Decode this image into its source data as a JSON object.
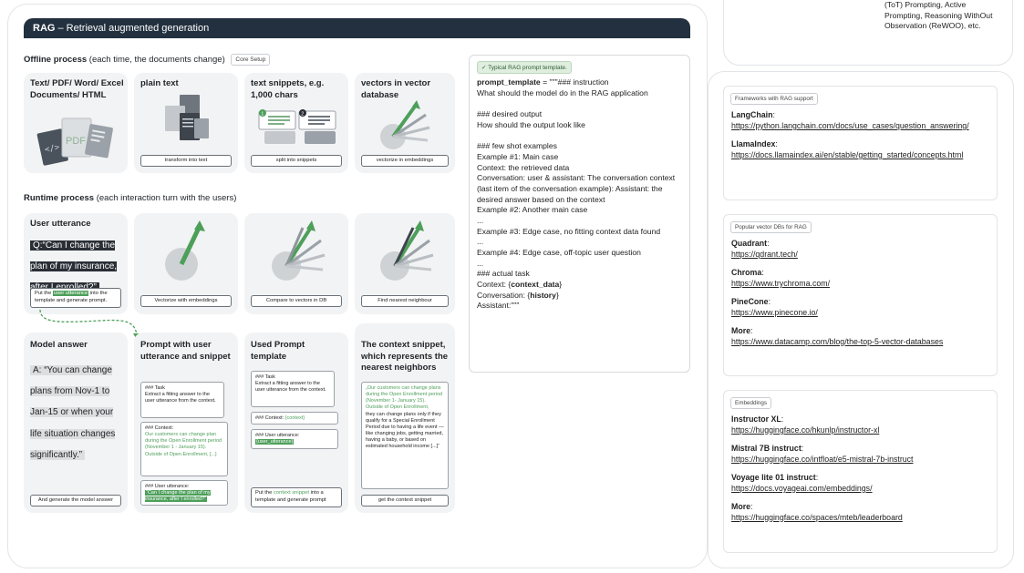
{
  "header": {
    "title_bold": "RAG",
    "title_rest": " – Retrieval augmented generation"
  },
  "top_right": {
    "text_lines": [
      "(ToT) Prompting, Active",
      "Prompting, Reasoning WithOut",
      "Observation (ReWOO), etc."
    ]
  },
  "offline": {
    "heading_bold": "Offline process",
    "heading_rest": " (each time, the documents change)",
    "chip": "Core Setup",
    "cards": [
      {
        "title": "Text/ PDF/ Word/ Excel Documents/ HTML",
        "pill": ""
      },
      {
        "title": "plain text",
        "pill": "transform into text"
      },
      {
        "title": "text snippets, e.g. 1,000 chars",
        "pill": "split into snippets"
      },
      {
        "title": "vectors in vector database",
        "pill": "vectorize in embeddings"
      }
    ],
    "pdf_label": "PDF",
    "snippet_badges": [
      "1",
      "2"
    ]
  },
  "runtime": {
    "heading_bold": "Runtime process",
    "heading_rest": " (each interaction turn with the users)",
    "user_utterance": {
      "title": "User utterance",
      "question": "Q:“Can I change the plan of my insurance, after I enrolled?”",
      "pill_pre": "Put the ",
      "pill_hl": "user utterance",
      "pill_post": " into the template and generate prompt."
    },
    "pills": [
      "Vectorize with embeddings",
      "Compare to vectors in DB",
      "Find nearest neighbour"
    ],
    "model_answer": {
      "title": "Model answer",
      "answer": "A: “You can change plans from Nov-1 to Jan-15 or when your life situation changes significantly.”",
      "pill": "And generate the model answer"
    },
    "prompt_snippet": {
      "title": "Prompt with user utterance and snippet",
      "task_head": "### Task",
      "task_text": "Extract a fitting answer to the user utterance from the context.",
      "context_head": "### Context:",
      "context_text": "Our customers can change plan during the Open Enrollment period (November 1 - January 15). Outside of Open Enrollment, [...]",
      "user_head": "### User utterance:",
      "user_text": "“Can I change the plan of my insurance, after I enrolled?”"
    },
    "used_template": {
      "title": "Used Prompt template",
      "task_head": "### Task",
      "task_text": "Extract a fitting answer to the user utterance from the context.",
      "context_label": "### Context: ",
      "context_var": "{context}",
      "user_head": "### User utterance:",
      "user_var": "{user_utterance}",
      "pill_pre": "Put the ",
      "pill_hl": "context snippet",
      "pill_post": " into a template and generate prompt"
    },
    "context_snippet": {
      "title": "The context snippet, which represents the nearest neighbors",
      "green_text": "„Our customers can change plans during the Open Enrollment period (November 1- January 15). Outside of Open Enrollment,",
      "dark_text": "they can change plans only if they qualify for a Special Enrollment Period due to having a life event — like changing jobs, getting married, having a baby, or based on estimated household income [...]“",
      "pill": "get the context snippet"
    }
  },
  "template_panel": {
    "chip": "✓ Typical RAG prompt template.",
    "lines": [
      {
        "bold": "prompt_template",
        "text": " = \"\"\"### instruction"
      },
      {
        "bold": "",
        "text": "What should the model do in the RAG application"
      },
      {
        "bold": "",
        "text": ""
      },
      {
        "bold": "",
        "text": "### desired output"
      },
      {
        "bold": "",
        "text": "How should the output look like"
      },
      {
        "bold": "",
        "text": ""
      },
      {
        "bold": "",
        "text": "### few shot examples"
      },
      {
        "bold": "",
        "text": "Example #1: Main case"
      },
      {
        "bold": "",
        "text": "Context: the retrieved data"
      },
      {
        "bold": "",
        "text": "Conversation: user & assistant: The conversation context"
      },
      {
        "bold": "",
        "text": "(last item of the conversation example): Assistant: the desired answer based on the context"
      },
      {
        "bold": "",
        "text": "Example #2: Another main case"
      },
      {
        "bold": "",
        "text": "..."
      },
      {
        "bold": "",
        "text": "Example #3: Edge case, no fitting context data found"
      },
      {
        "bold": "",
        "text": "..."
      },
      {
        "bold": "",
        "text": "Example #4: Edge case, off-topic user question"
      },
      {
        "bold": "",
        "text": "..."
      },
      {
        "bold": "",
        "text": "### actual task"
      },
      {
        "bold": "",
        "text": "Context: {",
        "bold2": "context_data",
        "text2": "}"
      },
      {
        "bold": "",
        "text": "Conversation: {",
        "bold2": "history",
        "text2": "}"
      },
      {
        "bold": "",
        "text": "Assistant:\"\"\""
      }
    ]
  },
  "frameworks": {
    "chip": "Frameworks with RAG support",
    "items": [
      {
        "name": "LangChain",
        "link": "https://python.langchain.com/docs/use_cases/question_answering/"
      },
      {
        "name": "LlamaIndex",
        "link": "https://docs.llamaindex.ai/en/stable/getting_started/concepts.html"
      }
    ]
  },
  "vector_dbs": {
    "chip": "Popular vector DBs for RAG",
    "items": [
      {
        "name": "Quadrant",
        "link": "https://qdrant.tech/"
      },
      {
        "name": "Chroma",
        "link": "https://www.trychroma.com/"
      },
      {
        "name": "PineCone",
        "link": "https://www.pinecone.io/"
      },
      {
        "name": "More",
        "link": "https://www.datacamp.com/blog/the-top-5-vector-databases"
      }
    ]
  },
  "embeddings": {
    "chip": "Embeddings",
    "items": [
      {
        "name": "Instructor XL",
        "link": "https://huggingface.co/hkunlp/instructor-xl"
      },
      {
        "name": "Mistral 7B instruct",
        "link": "https://huggingface.co/intfloat/e5-mistral-7b-instruct"
      },
      {
        "name": "Voyage lite 01 instruct",
        "link": "https://docs.voyageai.com/embeddings/"
      },
      {
        "name": "More",
        "link": "https://huggingface.co/spaces/mteb/leaderboard"
      }
    ]
  },
  "colors": {
    "header_bg": "#22303f",
    "accent_green": "#4d9f5a",
    "card_bg": "#f2f3f4"
  }
}
